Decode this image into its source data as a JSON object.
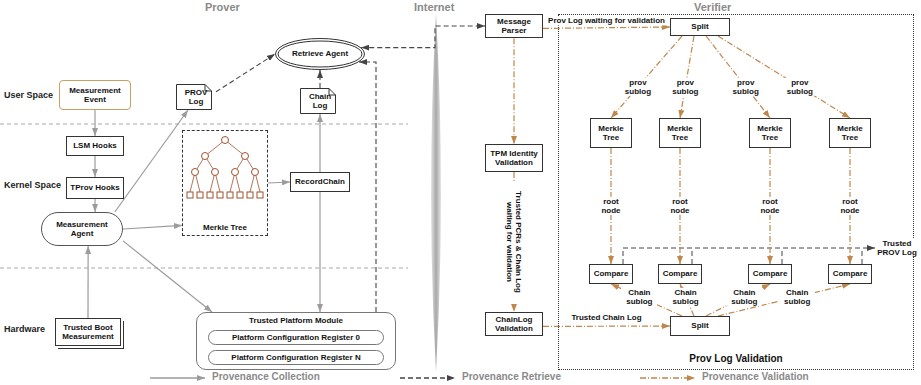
{
  "diagram": {
    "nodes": [
      {
        "text": [
          "Measurement Event"
        ]
      },
      {
        "text": [
          "LSM Hooks"
        ]
      },
      {
        "text": [
          "TProv Hooks"
        ]
      },
      {
        "text": [
          "Measurement Agent"
        ]
      },
      {
        "text": [
          "Trusted Boot Measurement"
        ]
      },
      {
        "text": [
          "PROV Log"
        ]
      },
      {
        "text": [
          "Retrieve Agent"
        ]
      },
      {
        "text": [
          "Chain Log"
        ]
      },
      {
        "text": [
          "Merkle Tree"
        ]
      },
      {
        "text": [
          "RecordChain"
        ]
      },
      {
        "text": [
          "Trusted Platform Module"
        ]
      },
      {
        "text": [
          "Platform Configuration Register 0"
        ],
        "in": 10
      },
      {
        "text": [
          "Platform Configuration Register N"
        ],
        "in": 10
      },
      {
        "text": [
          "Message Parser"
        ]
      },
      {
        "text": [
          "TPM Identity Validation"
        ]
      },
      {
        "text": [
          "ChainLog Validation"
        ]
      },
      {
        "text": [
          "Prov Log Validation"
        ]
      },
      {
        "text": [
          "Split"
        ],
        "in": 16
      },
      {
        "text": [
          "Merkle Tree"
        ],
        "in": 16
      },
      {
        "text": [
          "Merkle Tree"
        ],
        "in": 16
      },
      {
        "text": [
          "Merkle Tree"
        ],
        "in": 16
      },
      {
        "text": [
          "Merkle Tree"
        ],
        "in": 16
      },
      {
        "text": [
          "Compare"
        ],
        "in": 16
      },
      {
        "text": [
          "Compare"
        ],
        "in": 16
      },
      {
        "text": [
          "Compare"
        ],
        "in": 16
      },
      {
        "text": [
          "Compare"
        ],
        "in": 16
      },
      {
        "text": [
          "Split"
        ],
        "in": 16
      }
    ],
    "edges": [
      {
        "from": 0,
        "to": 1,
        "arrow": "to"
      },
      {
        "from": 1,
        "to": 2,
        "arrow": "to"
      },
      {
        "from": 2,
        "to": 3,
        "arrow": "to"
      },
      {
        "from": 4,
        "to": 3,
        "arrow": "to"
      },
      {
        "from": 3,
        "to": 5,
        "arrow": "to"
      },
      {
        "from": 3,
        "to": 8,
        "arrow": "to"
      },
      {
        "from": 3,
        "to": 10,
        "arrow": "to"
      },
      {
        "from": 8,
        "to": 9,
        "arrow": "to"
      },
      {
        "from": 9,
        "to": 10,
        "arrow": "to"
      },
      {
        "from": 9,
        "to": 7,
        "arrow": "to"
      },
      {
        "from": 5,
        "to": 6,
        "arrow": "to"
      },
      {
        "from": 7,
        "to": 6,
        "arrow": "to"
      },
      {
        "from": 10,
        "to": 6,
        "arrow": "to"
      },
      {
        "from": 6,
        "to": 13,
        "arrow": "both"
      },
      {
        "from": 13,
        "to": 17,
        "arrow": "to",
        "label": "Prov Log waiting for validation"
      },
      {
        "from": 13,
        "to": 14,
        "arrow": "to"
      },
      {
        "from": 14,
        "to": 15,
        "arrow": "to",
        "label": "Trusted PCRs & Chain Log waiting for validation"
      },
      {
        "from": 15,
        "to": 26,
        "arrow": "to",
        "label": "Trusted Chain Log"
      },
      {
        "from": 17,
        "to": 18,
        "arrow": "to",
        "label": "prov sublog"
      },
      {
        "from": 17,
        "to": 19,
        "arrow": "to",
        "label": "prov sublog"
      },
      {
        "from": 17,
        "to": 20,
        "arrow": "to",
        "label": "prov sublog"
      },
      {
        "from": 17,
        "to": 21,
        "arrow": "to",
        "label": "prov sublog"
      },
      {
        "from": 18,
        "to": 22,
        "arrow": "to",
        "label": "root node"
      },
      {
        "from": 19,
        "to": 23,
        "arrow": "to",
        "label": "root node"
      },
      {
        "from": 20,
        "to": 24,
        "arrow": "to",
        "label": "root node"
      },
      {
        "from": 21,
        "to": 25,
        "arrow": "to",
        "label": "root node"
      },
      {
        "from": 26,
        "to": 22,
        "arrow": "to",
        "label": "Chain sublog"
      },
      {
        "from": 26,
        "to": 23,
        "arrow": "to",
        "label": "Chain sublog"
      },
      {
        "from": 26,
        "to": 24,
        "arrow": "to",
        "label": "Chain sublog"
      },
      {
        "from": 26,
        "to": 25,
        "arrow": "to",
        "label": "Chain sublog"
      }
    ],
    "labels": [
      "Prover",
      "Internet",
      "Verifier",
      "User Space",
      "Kernel Space",
      "Hardware",
      "Trusted PROV Log"
    ],
    "legend": [
      {
        "text": "Provenance Collection"
      },
      {
        "text": "Provenance Retrieve"
      },
      {
        "text": "Provenance Validation"
      }
    ]
  }
}
